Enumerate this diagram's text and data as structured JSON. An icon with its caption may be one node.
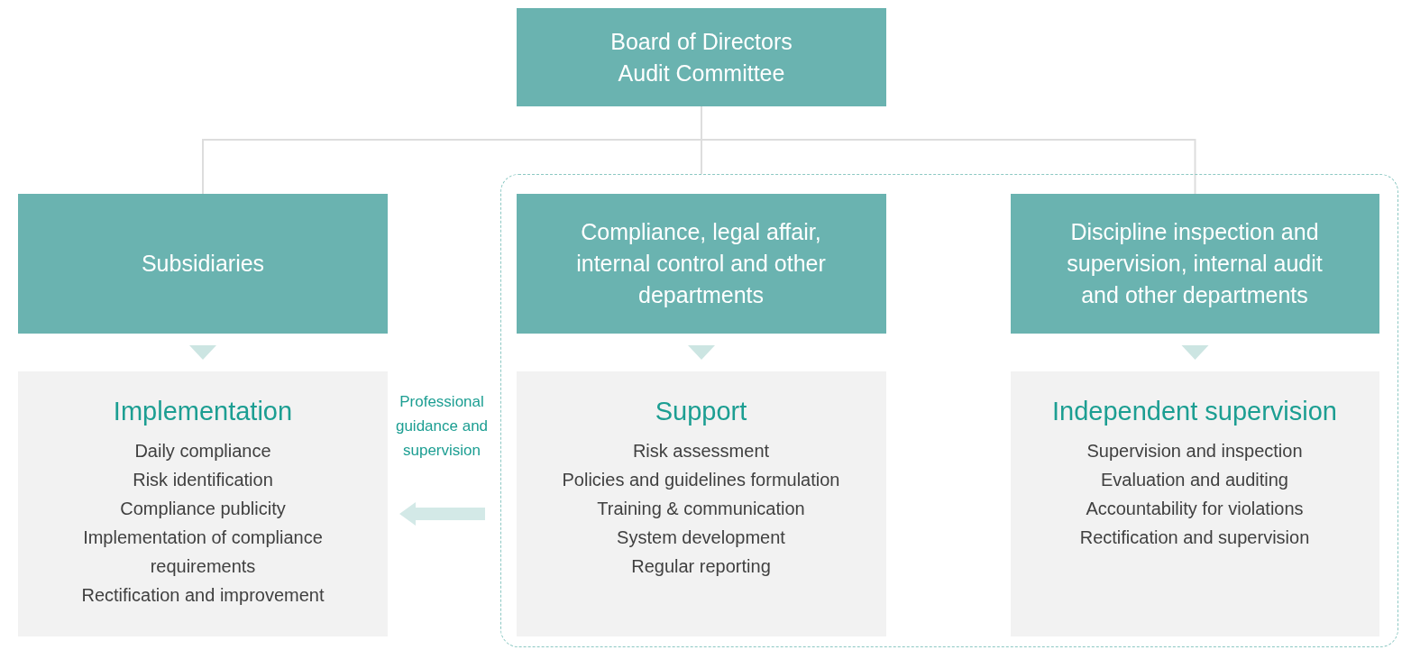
{
  "diagram": {
    "nodes": [
      {
        "text": [
          "Board of Directors",
          "Audit Committee"
        ]
      },
      {
        "text": [
          "Subsidiaries"
        ]
      },
      {
        "text": [],
        "shape": "box"
      },
      {
        "text": [
          "Compliance, legal affair, internal control and other departments"
        ],
        "in": 2
      },
      {
        "text": [
          "Discipline inspection and supervision, internal audit and other departments"
        ],
        "in": 2
      },
      {
        "text": [
          "Implementation",
          "Daily compliance",
          "Risk identification",
          "Compliance publicity",
          "Implementation of compliance requirements",
          "Rectification and improvement"
        ]
      },
      {
        "text": [
          "Support",
          "Risk assessment",
          "Policies and guidelines formulation",
          "Training & communication",
          "System development",
          "Regular reporting"
        ],
        "in": 2
      },
      {
        "text": [
          "Independent supervision",
          "Supervision and inspection",
          "Evaluation and auditing",
          "Accountability for violations",
          "Rectification and supervision"
        ],
        "in": 2
      }
    ],
    "edges": [
      {
        "from": 0,
        "to": 1,
        "arrow": "none"
      },
      {
        "from": 0,
        "to": 2,
        "arrow": "none"
      },
      {
        "from": 0,
        "to": 4,
        "arrow": "none"
      },
      {
        "from": 1,
        "to": 5,
        "arrow": "to"
      },
      {
        "from": 3,
        "to": 6,
        "arrow": "to"
      },
      {
        "from": 4,
        "to": 7,
        "arrow": "to"
      },
      {
        "from": 6,
        "to": 5,
        "arrow": "to",
        "label": "Professional guidance and supervision",
        "style": "thick",
        "color": "#d3e9e7"
      }
    ]
  }
}
